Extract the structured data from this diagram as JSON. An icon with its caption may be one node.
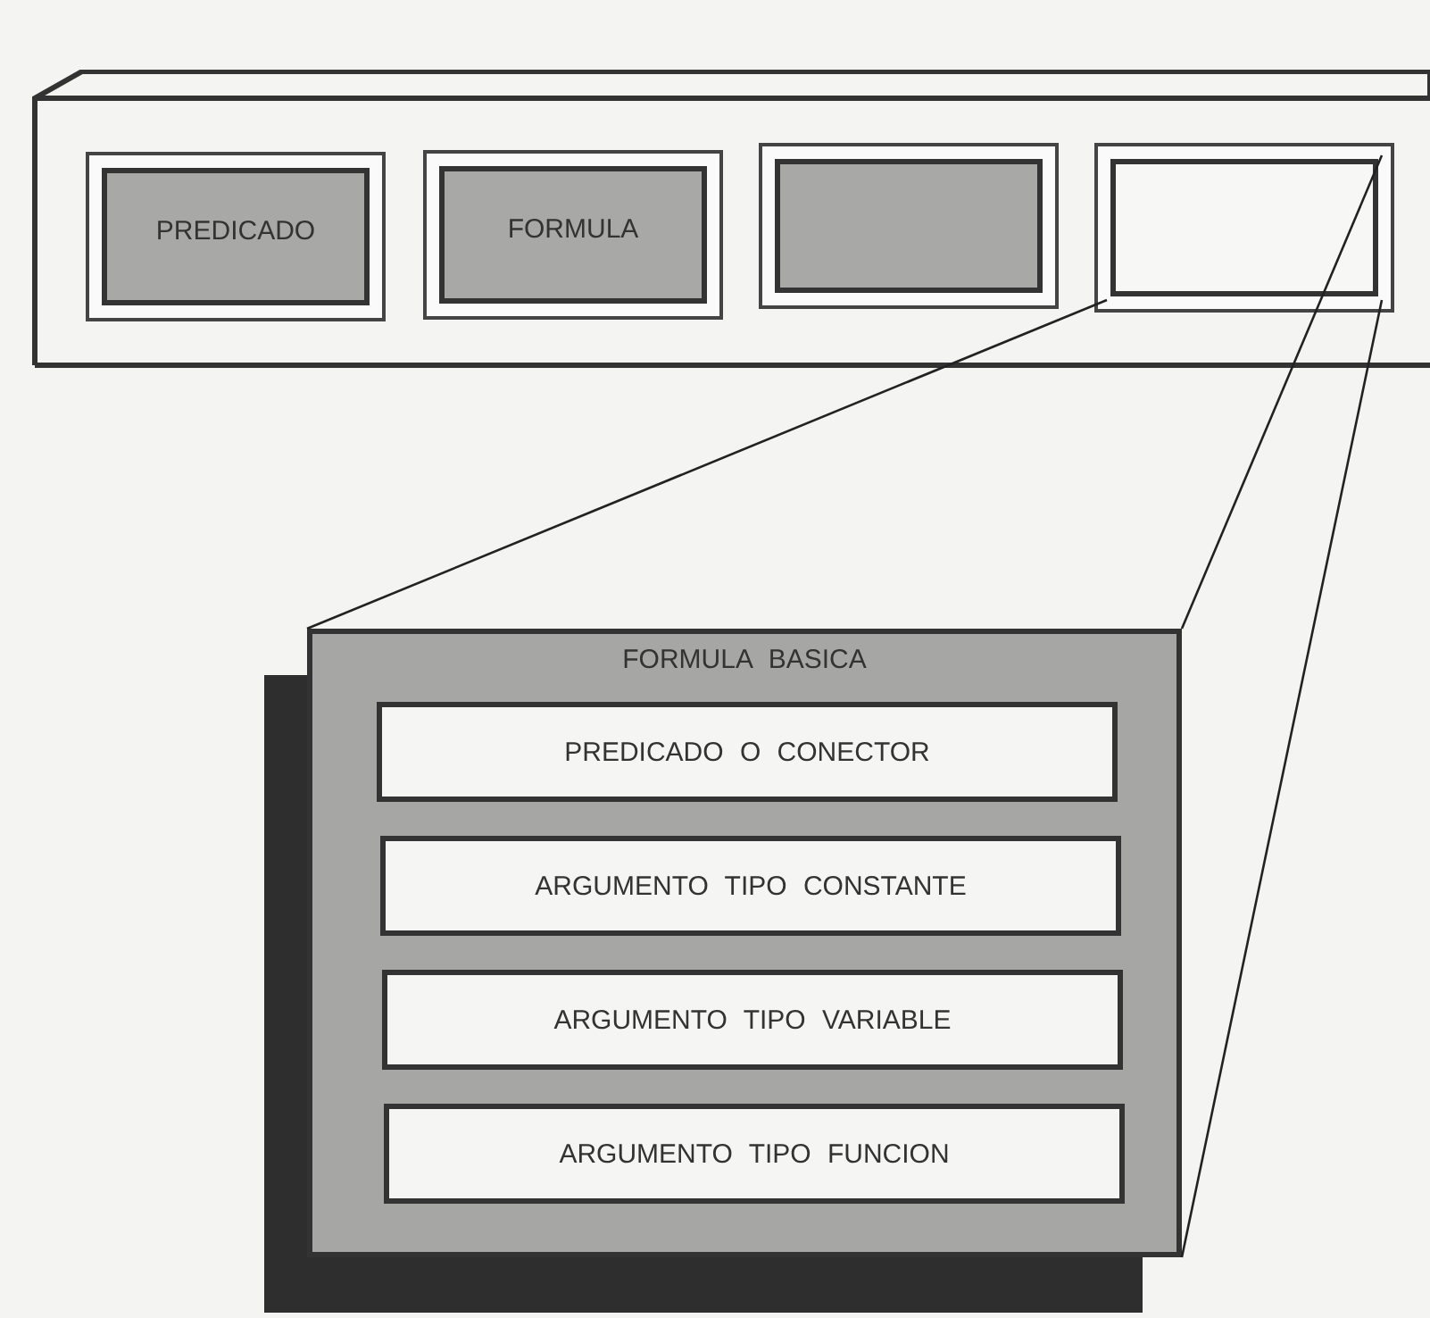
{
  "diagram": {
    "nodes": [
      {
        "text": [],
        "shape": "box"
      },
      {
        "text": [
          "PREDICADO"
        ],
        "in": 0
      },
      {
        "text": [
          "FORMULA"
        ],
        "in": 0
      },
      {
        "text": [],
        "shape": "box",
        "in": 0
      },
      {
        "text": [],
        "shape": "box",
        "in": 0
      },
      {
        "text": [
          "FORMULA BASICA"
        ]
      },
      {
        "text": [
          "PREDICADO O CONECTOR"
        ],
        "in": 5
      },
      {
        "text": [
          "ARGUMENTO TIPO CONSTANTE"
        ],
        "in": 5
      },
      {
        "text": [
          "ARGUMENTO TIPO VARIABLE"
        ],
        "in": 5
      },
      {
        "text": [
          "ARGUMENTO TIPO FUNCION"
        ],
        "in": 5
      }
    ],
    "edges": [
      {
        "from": 4,
        "to": 5,
        "arrow": "none"
      },
      {
        "from": 4,
        "to": 5,
        "arrow": "none"
      },
      {
        "from": 4,
        "to": 5,
        "arrow": "none"
      }
    ]
  }
}
